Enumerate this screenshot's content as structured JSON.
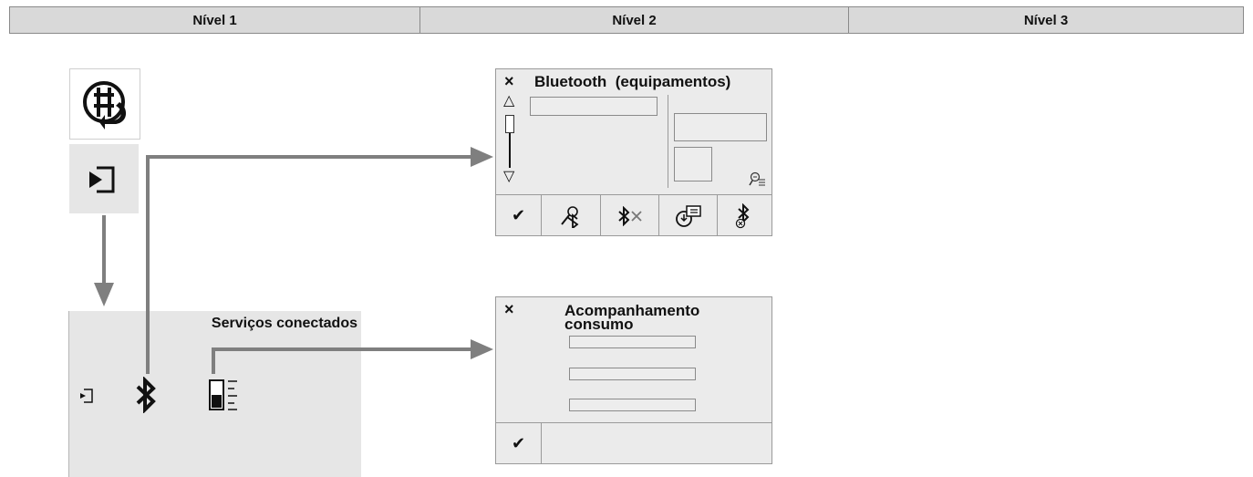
{
  "headers": [
    "Nível 1",
    "Nível 2",
    "Nível 3"
  ],
  "level1": {
    "panel_title": "Serviços conectados"
  },
  "bluetooth_screen": {
    "title": "Bluetooth  (equipamentos)",
    "close_symbol": "×",
    "scroll_up_symbol": "△",
    "scroll_down_symbol": "▽",
    "toolbar_confirm": "✔"
  },
  "consumption_screen": {
    "title_line1": "Acompanhamento",
    "title_line2": "consumo",
    "close_symbol": "×",
    "toolbar_confirm": "✔"
  },
  "colors": {
    "arrow": "#7f7f7f",
    "panel": "#e6e6e6",
    "header": "#d9d9d9"
  }
}
